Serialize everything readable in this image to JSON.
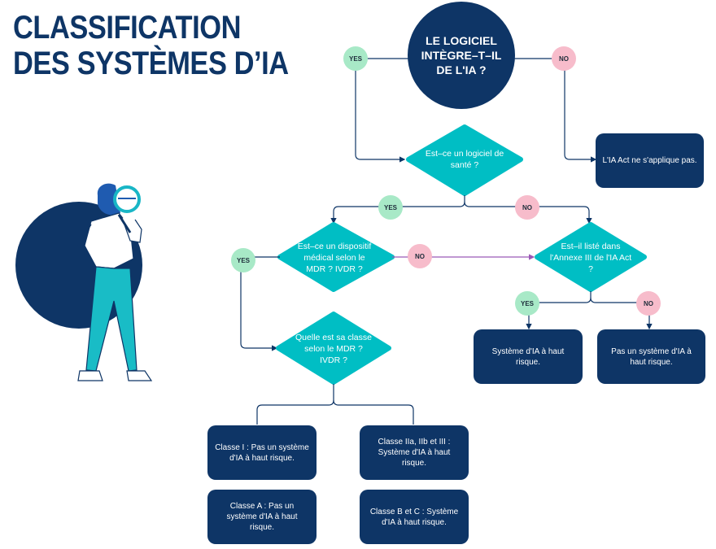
{
  "title": {
    "line1": "CLASSIFICATION",
    "line2": "DES SYSTÈMES D’IA"
  },
  "colors": {
    "navy": "#0e3566",
    "teal": "#00bec4",
    "yes": "#a8e9c7",
    "no": "#f7bccb",
    "purple_connector": "#9b59b6"
  },
  "labels": {
    "yes": "YES",
    "no": "NO"
  },
  "nodes": {
    "root": "LE LOGICIEL INTÈGRE–T–IL DE L'IA ?",
    "q_sante": "Est–ce un logiciel de santé ?",
    "q_dispositif": "Est–ce un dispositif médical selon le MDR ? IVDR ?",
    "q_annexe": "Est–il listé dans l'Annexe III de l'IA Act ?",
    "q_classe": "Quelle est sa classe selon le MDR ? IVDR ?"
  },
  "outcomes": {
    "not_applicable": "L'IA Act ne s'applique pas.",
    "annexe_yes": "Système d'IA à haut risque.",
    "annexe_no": "Pas un système d'IA à haut risque.",
    "classe_i": "Classe I : Pas un système d'IA à haut risque.",
    "classe_iia": "Classe IIa, IIb et III : Système d'IA à haut risque.",
    "classe_a": "Classe A : Pas un système d'IA à haut risque.",
    "classe_bc": "Classe B et C : Système d'IA à haut risque."
  },
  "illustration": {
    "icon": "person-with-magnifying-glass-icon"
  }
}
